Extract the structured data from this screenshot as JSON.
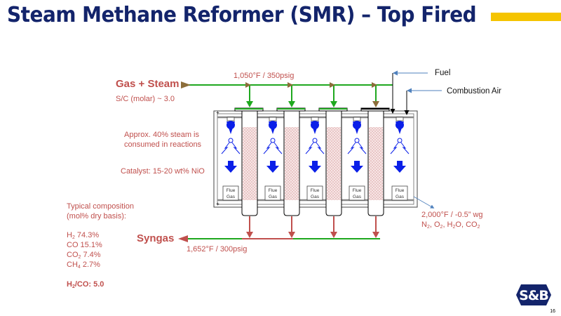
{
  "slide": {
    "title": "Steam Methane Reformer (SMR) – Top Fired",
    "page_number": "16",
    "accent_color": "#f5c400",
    "title_color": "#13246b",
    "logo_text": "S&B"
  },
  "inlet": {
    "label": "Gas + Steam",
    "ratio": "S/C (molar) ~ 3.0",
    "conditions": "1,050°F / 350psig"
  },
  "fuel": {
    "fuel_label": "Fuel",
    "air_label": "Combustion Air"
  },
  "notes": {
    "steam": [
      "Approx. 40% steam is",
      "consumed in reactions"
    ],
    "catalyst": "Catalyst: 15-20 wt% NiO"
  },
  "outlet": {
    "label": "Syngas",
    "conditions": "1,652°F / 300psig"
  },
  "flue": {
    "box_label_1": "Flue",
    "box_label_2": "Gas",
    "conditions": "2,000°F / -0.5” wg",
    "components": [
      "N",
      "2",
      ", O",
      "2",
      ", H",
      "2",
      "O, CO",
      "2"
    ]
  },
  "composition": {
    "heading": [
      "Typical composition",
      "(mol% dry basis):"
    ],
    "items": [
      {
        "species": "H",
        "sub": "2",
        "value": " 74.3%"
      },
      {
        "species": "CO",
        "sub": "",
        "value": " 15.1%"
      },
      {
        "species": "CO",
        "sub": "2",
        "value": " 7.4%"
      },
      {
        "species": "CH",
        "sub": "4",
        "value": " 2.7%"
      }
    ],
    "ratio": {
      "a": "H",
      "a_sub": "2",
      "b": "/CO: 5.0"
    }
  },
  "colors": {
    "feed_line": "#1fa81f",
    "product_line": "#c0504d",
    "flame": "#0a1fe8",
    "catalyst_fill": "#f3d9d9",
    "annotation": "#c0504d",
    "pointer": "#4f81bd"
  }
}
